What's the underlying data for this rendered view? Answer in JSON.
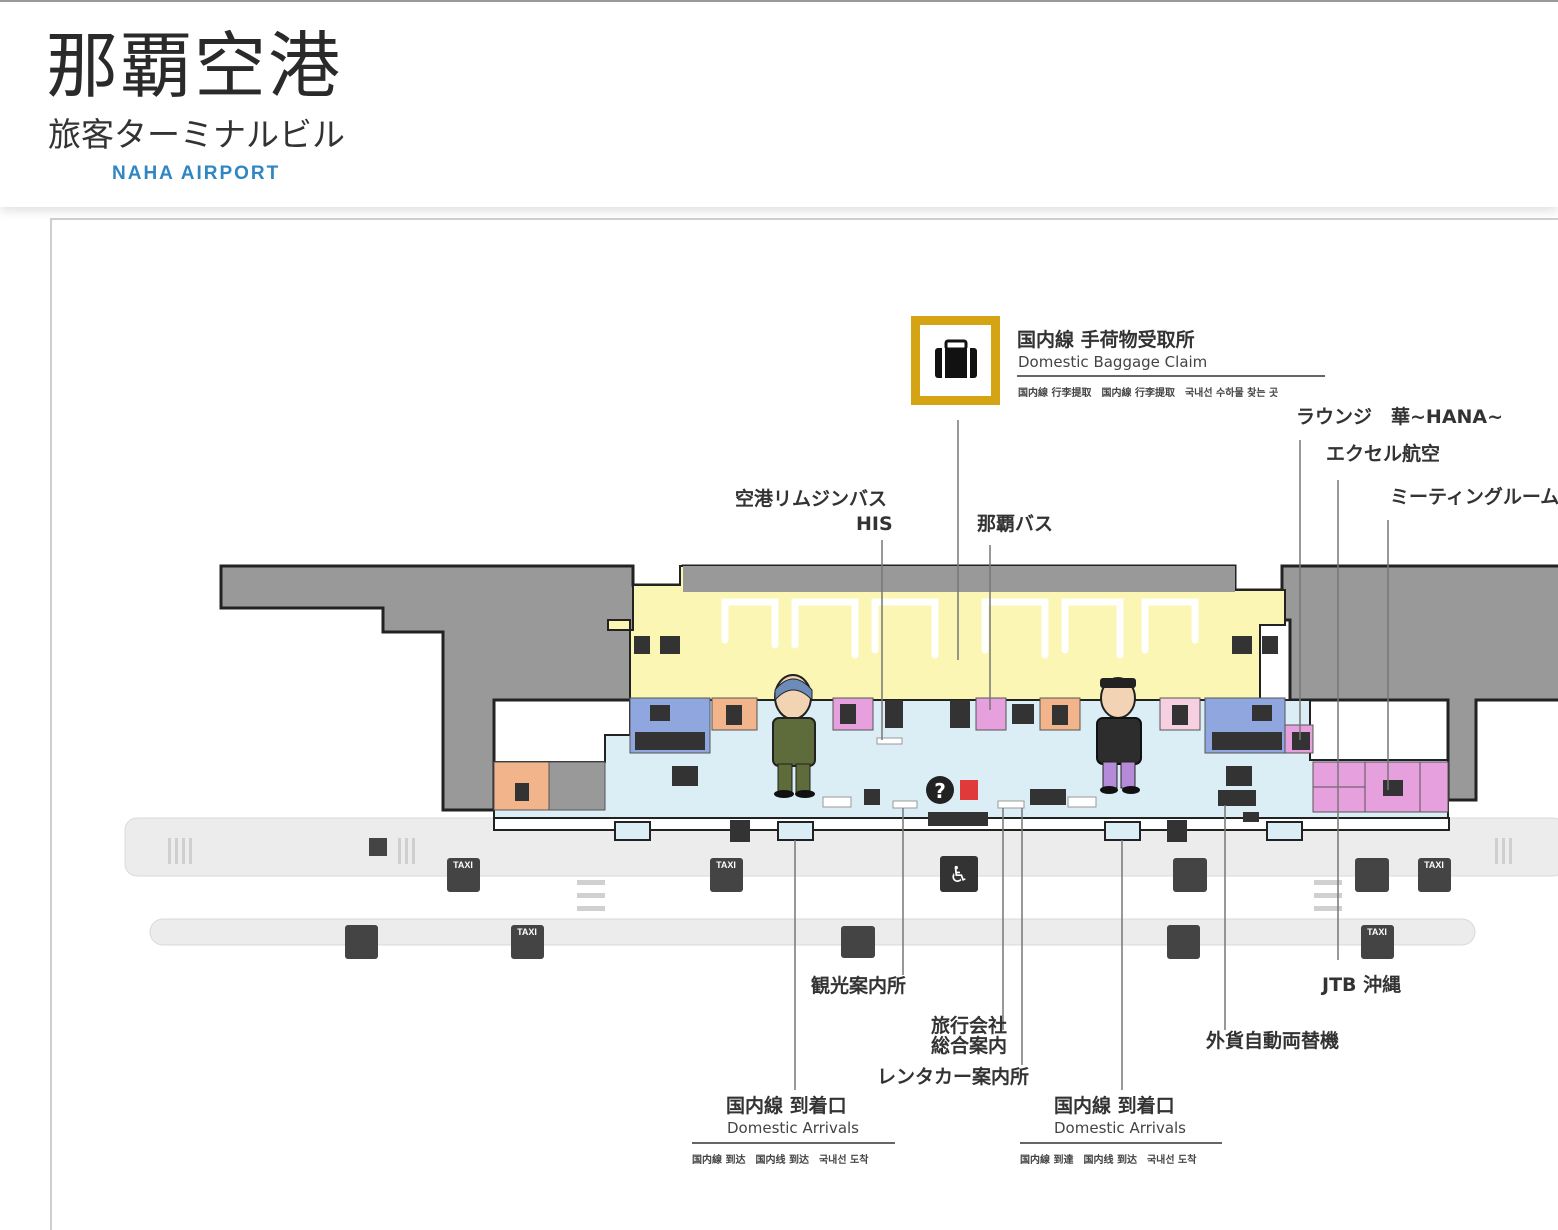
{
  "header": {
    "logo_title": "那覇空港",
    "logo_subtitle": "旅客ターミナルビル",
    "logo_english": "NAHA AIRPORT"
  },
  "map": {
    "baggage_claim": {
      "jp": "国内線 手荷物受取所",
      "en": "Domestic Baggage Claim",
      "multi": "国内線 行李提取　国内線 行李提取　국내선 수하물 찾는 곳",
      "icon": "luggage-icon",
      "color": "#d4a414"
    },
    "labels": {
      "lounge": "ラウンジ　華~HANA~",
      "excel": "エクセル航空",
      "meeting": "ミーティングルーム",
      "limousine": "空港リムジンバス",
      "his": "HIS",
      "naha_bus": "那覇バス",
      "tourist_info": "観光案内所",
      "travel_agency_1": "旅行会社",
      "travel_agency_2": "総合案内",
      "rental_car": "レンタカー案内所",
      "jtb": "JTB 沖縄",
      "currency": "外貨自動両替機"
    },
    "arrivals_left": {
      "jp": "国内線 到着口",
      "en": "Domestic Arrivals",
      "multi": "国内線 到达　国内线 到达　국내선 도착"
    },
    "arrivals_right": {
      "jp": "国内線 到着口",
      "en": "Domestic Arrivals",
      "multi": "国内線 到達　国内线 到达　국내선 도착"
    },
    "colors": {
      "building": "#999999",
      "baggage_area": "#fbf6b4",
      "arrival_hall": "#dbeef6",
      "restroom": "#8fa6de",
      "restaurant": "#f2b48a",
      "shop": "#e6a0dd",
      "road": "#ececec"
    },
    "icons": {
      "taxi": "TAXI",
      "info": "?",
      "bus": "bus-icon",
      "wheelchair": "wheelchair-icon"
    }
  }
}
